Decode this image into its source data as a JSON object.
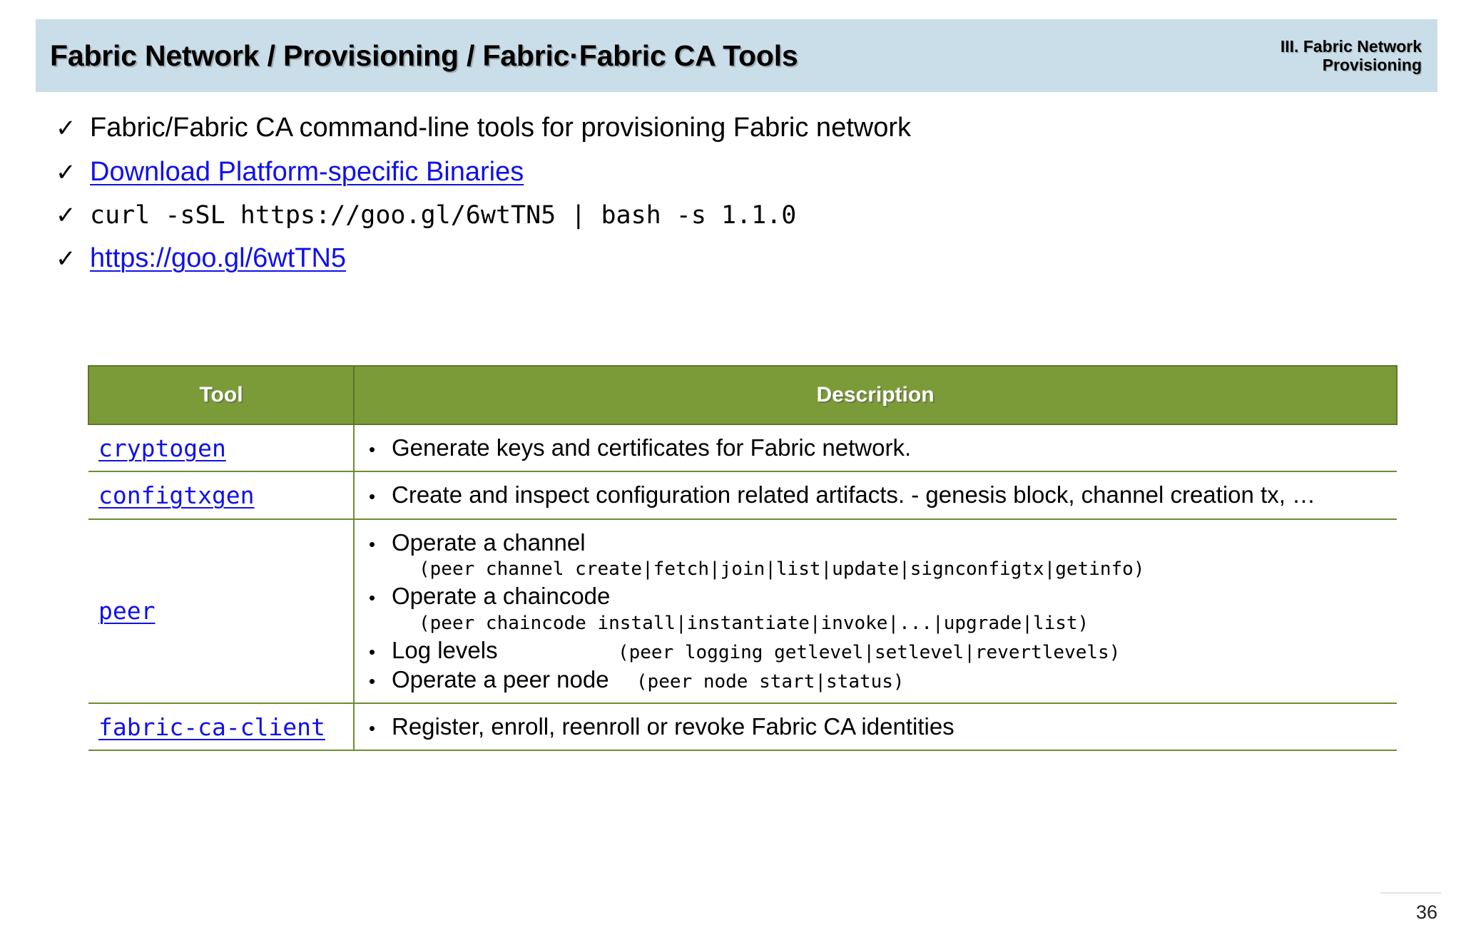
{
  "header": {
    "title": "Fabric Network / Provisioning / Fabric·Fabric CA Tools",
    "section_line1": "III. Fabric Network",
    "section_line2": "Provisioning",
    "band_color": "#c9dee9"
  },
  "bullets": [
    {
      "marker": "✓",
      "text": "Fabric/Fabric CA command-line tools for provisioning Fabric network",
      "style": "plain",
      "is_link": false
    },
    {
      "marker": "✓",
      "text": "Download Platform-specific Binaries",
      "style": "plain",
      "is_link": true
    },
    {
      "marker": "✓",
      "text": "curl -sSL https://goo.gl/6wtTN5 | bash -s 1.1.0",
      "style": "mono",
      "is_link": false
    },
    {
      "marker": "✓",
      "text": "https://goo.gl/6wtTN5",
      "style": "plain",
      "is_link": true
    }
  ],
  "table": {
    "header_color": "#7b9b38",
    "border_color": "#6f8a33",
    "columns": [
      "Tool",
      "Description"
    ],
    "rows": [
      {
        "tool": "cryptogen",
        "items": [
          {
            "main": "Generate keys and certificates for Fabric network.",
            "sub": "",
            "trailing_code": ""
          }
        ]
      },
      {
        "tool": "configtxgen",
        "items": [
          {
            "main": "Create and inspect configuration related artifacts. - genesis block, channel creation tx, …",
            "sub": "",
            "trailing_code": ""
          }
        ]
      },
      {
        "tool": "peer",
        "items": [
          {
            "main": "Operate a channel",
            "sub": "(peer channel create|fetch|join|list|update|signconfigtx|getinfo)",
            "trailing_code": ""
          },
          {
            "main": "Operate a chaincode",
            "sub": "(peer chaincode install|instantiate|invoke|...|upgrade|list)",
            "trailing_code": ""
          },
          {
            "main": "Log levels",
            "sub": "",
            "trailing_code": "(peer logging getlevel|setlevel|revertlevels)"
          },
          {
            "main": "Operate a peer node",
            "sub": "",
            "trailing_code": "(peer node start|status)"
          }
        ]
      },
      {
        "tool": "fabric-ca-client",
        "items": [
          {
            "main": "Register, enroll, reenroll or revoke Fabric CA identities",
            "sub": "",
            "trailing_code": ""
          }
        ]
      }
    ]
  },
  "footer": {
    "page_number": "36"
  }
}
